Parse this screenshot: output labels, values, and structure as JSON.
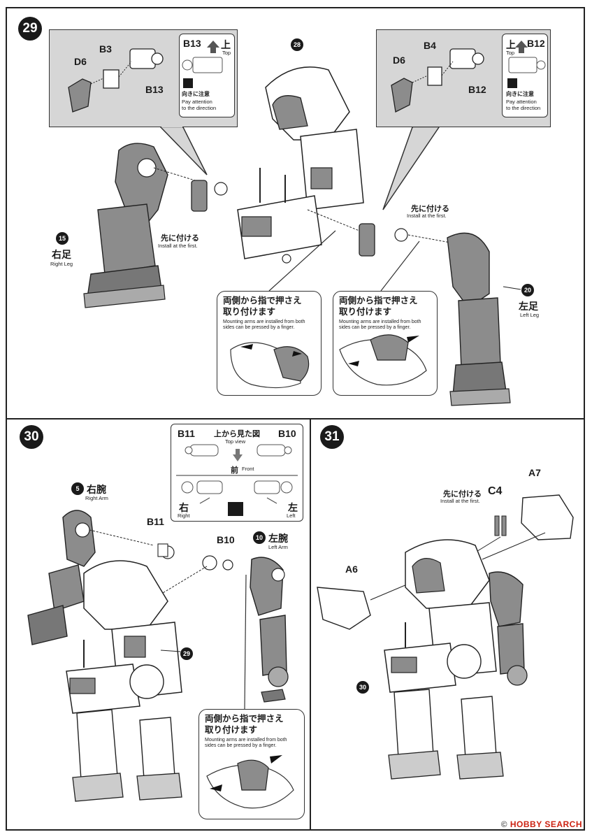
{
  "steps": {
    "s29": {
      "number": "29",
      "panel_left": {
        "labels": {
          "d6": "D6",
          "b3": "B3",
          "b13": "B13"
        }
      },
      "info_left": {
        "part": "B13",
        "up_jp": "上",
        "up_en": "Top",
        "caution_jp": "向きに注意",
        "caution_en_1": "Pay attention",
        "caution_en_2": "to the direction"
      },
      "panel_right": {
        "labels": {
          "d6": "D6",
          "b4": "B4",
          "b12": "B12"
        }
      },
      "info_right": {
        "part": "B12",
        "up_jp": "上",
        "up_en": "Top",
        "caution_jp": "向きに注意",
        "caution_en_1": "Pay attention",
        "caution_en_2": "to the direction"
      },
      "ref_28": "28",
      "right_leg": {
        "ref": "15",
        "jp": "右足",
        "en": "Right Leg"
      },
      "left_leg": {
        "ref": "20",
        "jp": "左足",
        "en": "Left Leg"
      },
      "install_first_left": {
        "jp": "先に付ける",
        "en": "Install at the first."
      },
      "install_first_right": {
        "jp": "先に付ける",
        "en": "Install at the first."
      },
      "callout_left": {
        "jp_1": "両側から指で押さえ",
        "jp_2": "取り付けます",
        "en_1": "Mounting arms are installed from both",
        "en_2": "sides can be pressed by a finger."
      },
      "callout_right": {
        "jp_1": "両側から指で押さえ",
        "jp_2": "取り付けます",
        "en_1": "Mounting arms are installed from both",
        "en_2": "sides can be pressed by a finger."
      }
    },
    "s30": {
      "number": "30",
      "topview": {
        "b11": "B11",
        "b10": "B10",
        "title_jp": "上から見た図",
        "title_en": "Top view",
        "front_jp": "前",
        "front_en": "Front",
        "right_jp": "右",
        "right_en": "Right",
        "left_jp": "左",
        "left_en": "Left"
      },
      "right_arm": {
        "ref": "5",
        "jp": "右腕",
        "en": "Right Arm"
      },
      "left_arm": {
        "ref": "10",
        "jp": "左腕",
        "en": "Left Arm"
      },
      "b11": "B11",
      "b10": "B10",
      "ref_29": "29",
      "callout": {
        "jp_1": "両側から指で押さえ",
        "jp_2": "取り付けます",
        "en_1": "Mounting arms are installed from both",
        "en_2": "sides can be pressed by a finger."
      }
    },
    "s31": {
      "number": "31",
      "a7": "A7",
      "a6": "A6",
      "c4": "C4",
      "install_first": {
        "jp": "先に付ける",
        "en": "Install at the first."
      },
      "ref_30": "30"
    }
  },
  "watermark": {
    "prefix": "©",
    "brand": "HOBBY SEARCH"
  },
  "colors": {
    "panel_gray": "#d6d6d6",
    "part_gray": "#8c8c8c",
    "line": "#222222"
  }
}
